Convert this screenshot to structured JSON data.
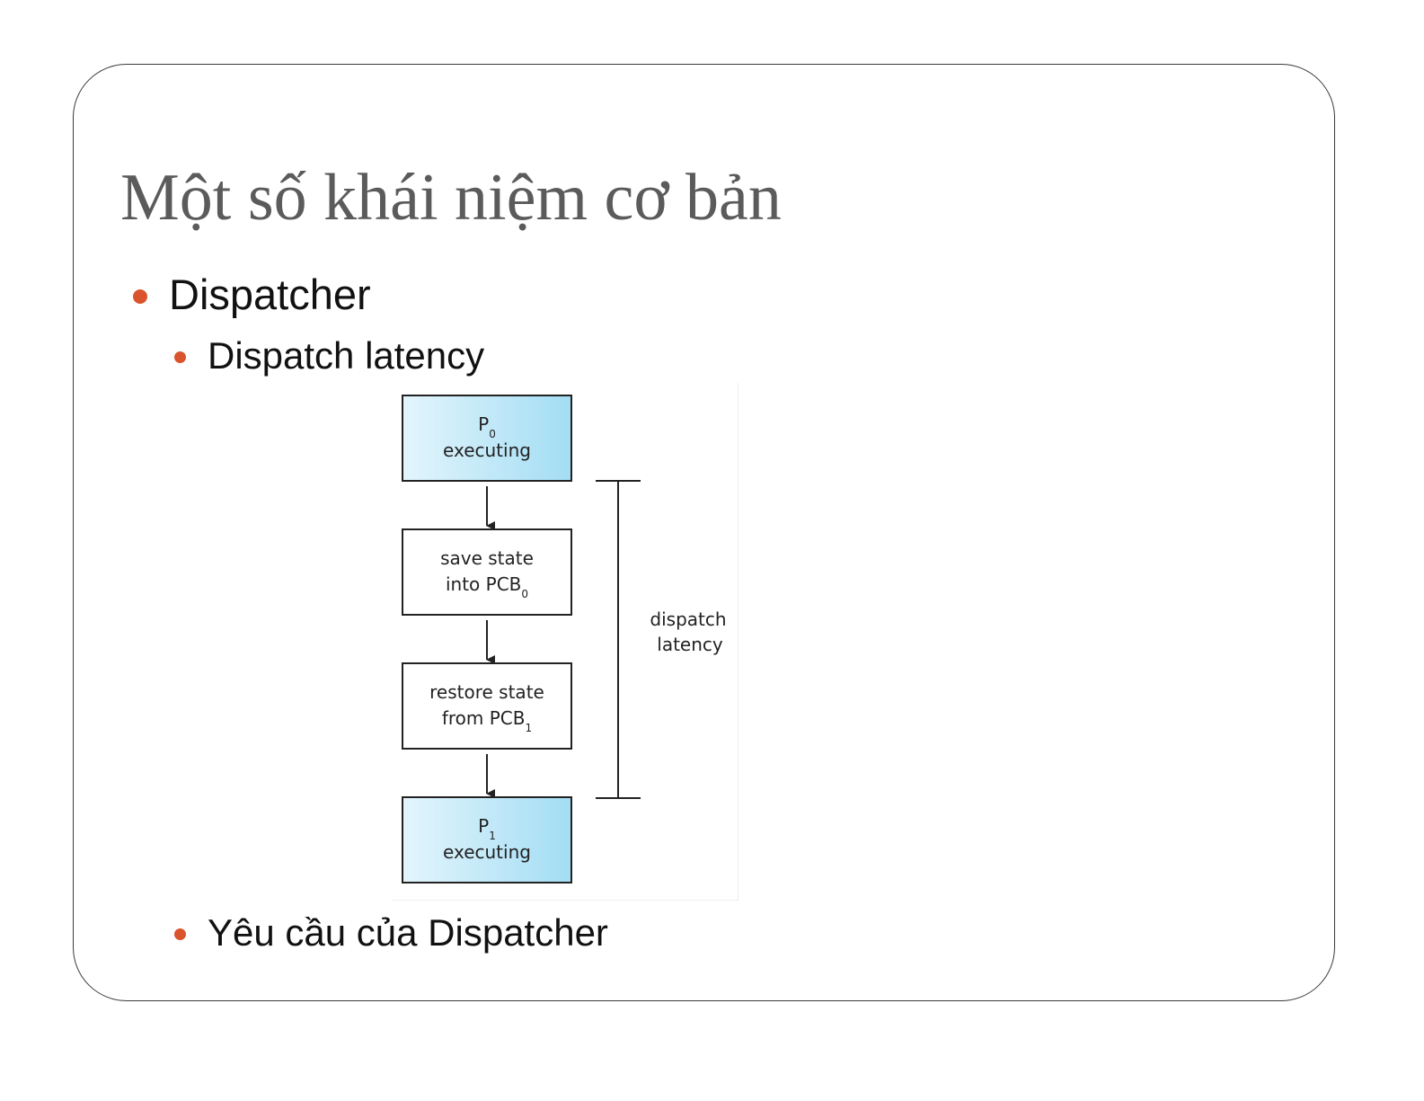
{
  "slide": {
    "title": "Một số khái niệm cơ bản",
    "bullets": {
      "level1": "Dispatcher",
      "level2a": "Dispatch latency",
      "level2b": "Yêu cầu của Dispatcher"
    }
  },
  "diagram": {
    "boxes": [
      {
        "line1_main": "P",
        "line1_sub": "0",
        "line2_main": "executing",
        "line2_sub": "",
        "fill": "highlight"
      },
      {
        "line1_main": "save state",
        "line1_sub": "",
        "line2_main": "into PCB",
        "line2_sub": "0",
        "fill": "plain"
      },
      {
        "line1_main": "restore state",
        "line1_sub": "",
        "line2_main": "from PCB",
        "line2_sub": "1",
        "fill": "plain"
      },
      {
        "line1_main": "P",
        "line1_sub": "1",
        "line2_main": "executing",
        "line2_sub": "",
        "fill": "highlight"
      }
    ],
    "bracket_label": {
      "line1": "dispatch",
      "line2": "latency"
    },
    "colors": {
      "highlight_light": "#e3f5fc",
      "highlight_dark": "#a3ddf4",
      "accent_bullet": "#d9532c",
      "title_gray": "#5b5b5b"
    }
  }
}
